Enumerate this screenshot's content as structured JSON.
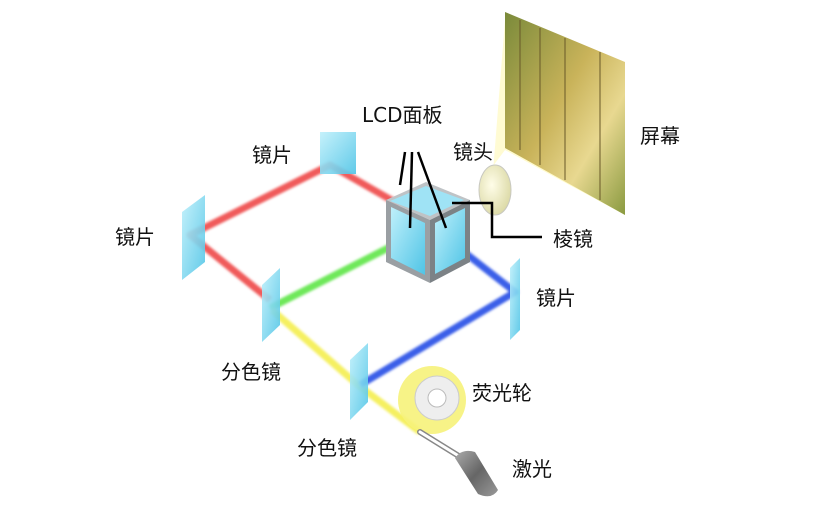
{
  "labels": {
    "lcd_panel": "LCD面板",
    "lens": "镜头",
    "screen": "屏幕",
    "mirror_top": "镜片",
    "mirror_left": "镜片",
    "prism": "棱镜",
    "mirror_right": "镜片",
    "dichroic_1": "分色镜",
    "phosphor_wheel": "荧光轮",
    "dichroic_2": "分色镜",
    "laser": "激光"
  },
  "colors": {
    "red_beam": "#f05a5a",
    "green_beam": "#6ee85a",
    "blue_beam": "#3a5ee8",
    "yellow_beam": "#f5f060",
    "mirror": "#7fd6ee"
  }
}
